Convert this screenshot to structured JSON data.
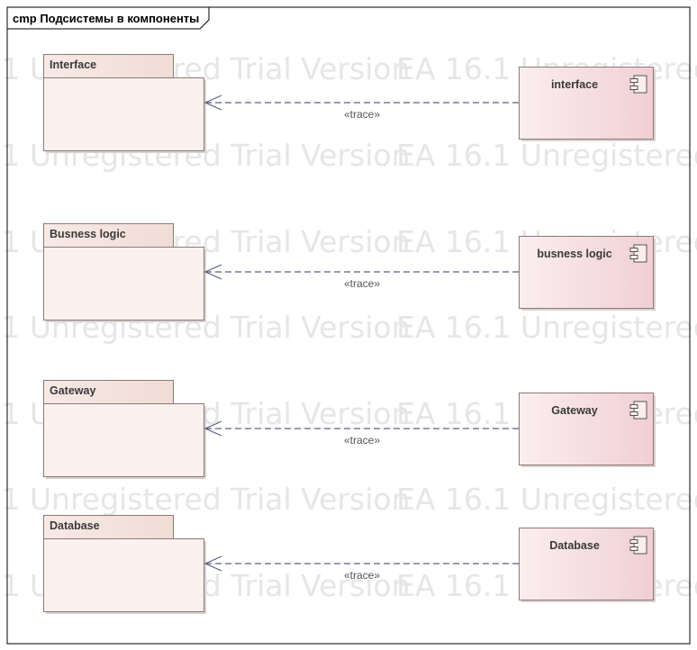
{
  "diagram": {
    "frame_title": "cmp Подсистемы в компоненты",
    "watermark": "EA 16.1 Unregistered Trial Version",
    "colors": {
      "border": "#8a7a78",
      "package_fill_light": "#fbf1ee",
      "package_tab_fill": "#f6e4e0",
      "component_fill_left": "#fbeef0",
      "component_fill_right": "#f0cfd4",
      "connector": "#5a5f80"
    },
    "rows": [
      {
        "package": "Interface",
        "component": "interface",
        "relation": "«trace»"
      },
      {
        "package": "Busness logic",
        "component": "busness logic",
        "relation": "«trace»"
      },
      {
        "package": "Gateway",
        "component": "Gateway",
        "relation": "«trace»"
      },
      {
        "package": "Database",
        "component": "Database",
        "relation": "«trace»"
      }
    ],
    "component_icon": "component-icon"
  }
}
